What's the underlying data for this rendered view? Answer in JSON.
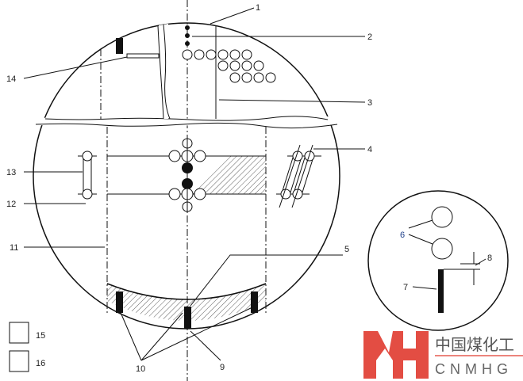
{
  "labels": {
    "l1": "1",
    "l2": "2",
    "l3": "3",
    "l4": "4",
    "l5": "5",
    "l6": "6",
    "l7": "7",
    "l8": "8",
    "l9": "9",
    "l10": "10",
    "l11": "11",
    "l12": "12",
    "l13": "13",
    "l14": "14",
    "l15": "15",
    "l16": "16"
  },
  "logo": {
    "cn": "中国煤化工",
    "en": "CNMHG"
  },
  "colors": {
    "line": "#111111",
    "logo_red": "#e03a2f",
    "logo_gray": "#666666",
    "label_blue": "#1f3f8a"
  }
}
